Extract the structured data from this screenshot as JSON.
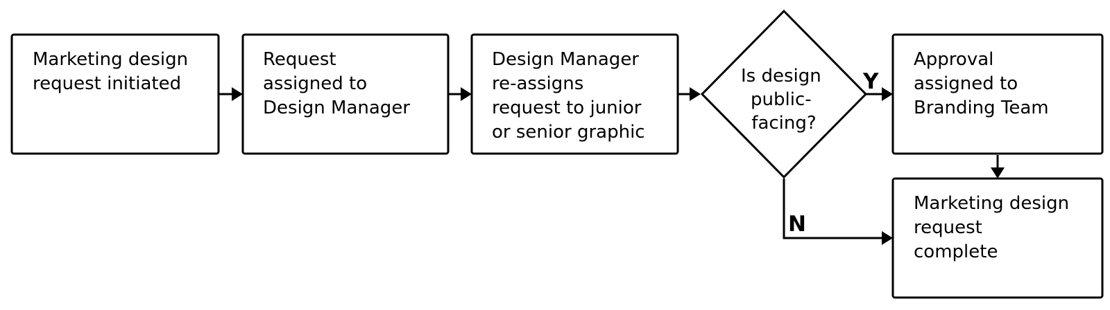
{
  "nodes": [
    {
      "id": "n1",
      "shape": "rect",
      "lines": [
        "Marketing design",
        "request initiated"
      ]
    },
    {
      "id": "n2",
      "shape": "rect",
      "lines": [
        "Request",
        "assigned to",
        "Design Manager"
      ]
    },
    {
      "id": "n3",
      "shape": "rect",
      "lines": [
        "Design Manager",
        "re-assigns",
        "request to junior",
        "or senior graphic"
      ]
    },
    {
      "id": "n4",
      "shape": "diamond",
      "lines": [
        "Is design",
        "public-",
        "facing?"
      ]
    },
    {
      "id": "n5",
      "shape": "rect",
      "lines": [
        "Approval",
        "assigned to",
        "Branding Team"
      ]
    },
    {
      "id": "n6",
      "shape": "rect",
      "lines": [
        "Marketing design",
        "request",
        "complete"
      ]
    }
  ],
  "edges": [
    {
      "from": "n1",
      "to": "n2",
      "label": ""
    },
    {
      "from": "n2",
      "to": "n3",
      "label": ""
    },
    {
      "from": "n3",
      "to": "n4",
      "label": ""
    },
    {
      "from": "n4",
      "to": "n5",
      "label": "Y"
    },
    {
      "from": "n5",
      "to": "n6",
      "label": ""
    },
    {
      "from": "n4",
      "to": "n6",
      "label": "N"
    }
  ]
}
